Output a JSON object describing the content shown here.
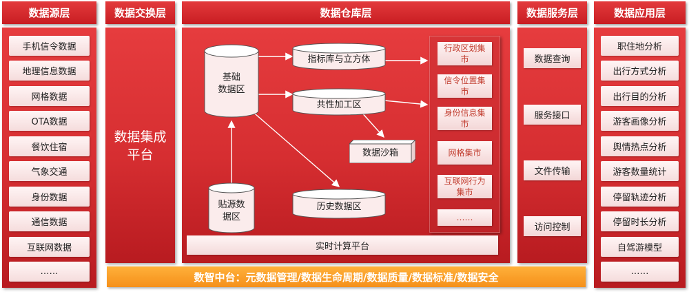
{
  "headers": {
    "source": "数据源层",
    "exchange": "数据交换层",
    "warehouse": "数据仓库层",
    "service": "数据服务层",
    "application": "数据应用层"
  },
  "source_items": [
    "手机信令数据",
    "地理信息数据",
    "网格数据",
    "OTA数据",
    "餐饮住宿",
    "气象交通",
    "身份数据",
    "通信数据",
    "互联网数据",
    "……"
  ],
  "exchange": {
    "platform_line1": "数据集成",
    "platform_line2": "平台"
  },
  "warehouse": {
    "basic_line1": "基础",
    "basic_line2": "数据区",
    "index_cube": "指标库与立方体",
    "common_processing": "共性加工区",
    "sandbox": "数据沙箱",
    "source_line1": "贴源数",
    "source_line2": "据区",
    "history": "历史数据区",
    "realtime": "实时计算平台",
    "marts": [
      {
        "line1": "行政区划集",
        "line2": "市"
      },
      {
        "line1": "信令位置集",
        "line2": "市"
      },
      {
        "line1": "身份信息集",
        "line2": "市"
      },
      {
        "line1": "网格集市",
        "line2": ""
      },
      {
        "line1": "互联网行为",
        "line2": "集市"
      },
      {
        "line1": "……",
        "line2": ""
      }
    ]
  },
  "service_items": [
    "数据查询",
    "服务接口",
    "文件传输",
    "访问控制"
  ],
  "application_items": [
    "职住地分析",
    "出行方式分析",
    "出行目的分析",
    "游客画像分析",
    "舆情热点分析",
    "游客数量统计",
    "停留轨迹分析",
    "停留时长分析",
    "自驾游模型",
    "……"
  ],
  "bottom_bar": "数智中台：元数据管理/数据生命周期/数据质量/数据标准/数据安全"
}
